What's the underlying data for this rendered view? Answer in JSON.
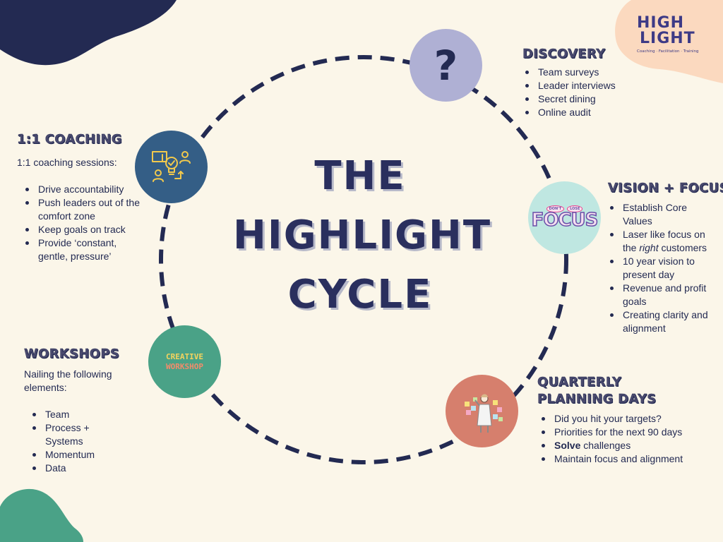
{
  "logo": {
    "line1": "HIGH",
    "line2": "LIGHT",
    "tagline": "Coaching · Facilitation · Training"
  },
  "center": {
    "title_line1": "THE",
    "title_line2": "HIGHLIGHT",
    "title_line3": "CYCLE"
  },
  "discovery": {
    "icon_glyph": "?",
    "heading": "DISCOVERY",
    "items": [
      "Team surveys",
      "Leader interviews",
      "Secret dining",
      "Online audit"
    ]
  },
  "vision": {
    "heading": "VISION + FOCUS",
    "icon_text": "FOCUS",
    "icon_small_left": "DON'T",
    "icon_small_right": "LOSE",
    "items": [
      "Establish Core Values",
      "Laser like focus on",
      "the",
      "right",
      "customers",
      "10 year vision to present day",
      "Revenue and profit goals",
      "Creating clarity and alignment"
    ]
  },
  "planning": {
    "heading_line1": "QUARTERLY",
    "heading_line2": "PLANNING DAYS",
    "items": [
      "Did you hit your targets?",
      "Priorities for the next 90 days",
      "Solve",
      "challenges",
      "Maintain focus and alignment"
    ]
  },
  "workshops": {
    "heading": "WORKSHOPS",
    "icon_line1": "CREATIVE",
    "icon_line2": "WORKSHOP",
    "intro": "Nailing the following elements:",
    "items": [
      "Team",
      "Process + Systems",
      "Momentum",
      "Data"
    ]
  },
  "coaching": {
    "heading": "1:1 COACHING",
    "intro": "1:1 coaching sessions:",
    "items": [
      "Drive accountability",
      "Push leaders out of the comfort zone",
      "Keep goals on track",
      "Provide ‘constant, gentle, pressure’"
    ]
  },
  "colors": {
    "background": "#fbf6e9",
    "navy": "#232a52",
    "ring": "#232a52",
    "discovery": "#afb0d4",
    "coaching": "#345e86",
    "focus": "#bfe7e1",
    "workshops": "#4aa287",
    "planning": "#d67f6d",
    "peach_blob": "#fbd9bf"
  },
  "icons": {
    "discovery": "question-mark-icon",
    "coaching": "coaching-people-lightbulb-icon",
    "focus": "dont-lose-focus-icon",
    "workshops": "creative-workshop-icon",
    "planning": "planning-person-sticky-notes-icon"
  }
}
